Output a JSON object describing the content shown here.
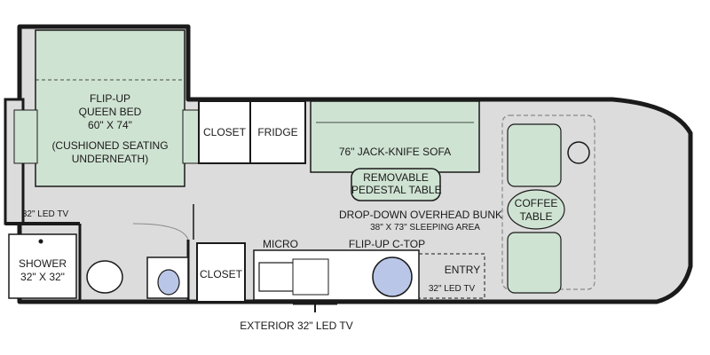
{
  "labels": {
    "bed_l1": "FLIP-UP",
    "bed_l2": "QUEEN BED",
    "bed_l3": "60\" X 74\"",
    "bed_l4": "(CUSHIONED SEATING",
    "bed_l5": "UNDERNEATH)",
    "closet_top": "CLOSET",
    "fridge": "FRIDGE",
    "sofa": "76\" JACK-KNIFE SOFA",
    "table_l1": "REMOVABLE",
    "table_l2": "PEDESTAL TABLE",
    "bunk_l1": "DROP-DOWN OVERHEAD BUNK",
    "bunk_l2": "38\" X 73\" SLEEPING AREA",
    "coffee_l1": "COFFEE",
    "coffee_l2": "TABLE",
    "tv_left": "32\" LED TV",
    "shower_l1": "SHOWER",
    "shower_l2": "32\" X 32\"",
    "micro": "MICRO",
    "closet_bottom": "CLOSET",
    "ctop": "FLIP-UP C-TOP",
    "entry": "ENTRY",
    "tv_entry": "32\" LED TV",
    "exterior_tv": "EXTERIOR 32\" LED TV"
  },
  "colors": {
    "floor": "#dcdcdc",
    "furniture": "#cfe3d2",
    "sink": "#b9c6e8",
    "wall": "#1a1a1a"
  }
}
